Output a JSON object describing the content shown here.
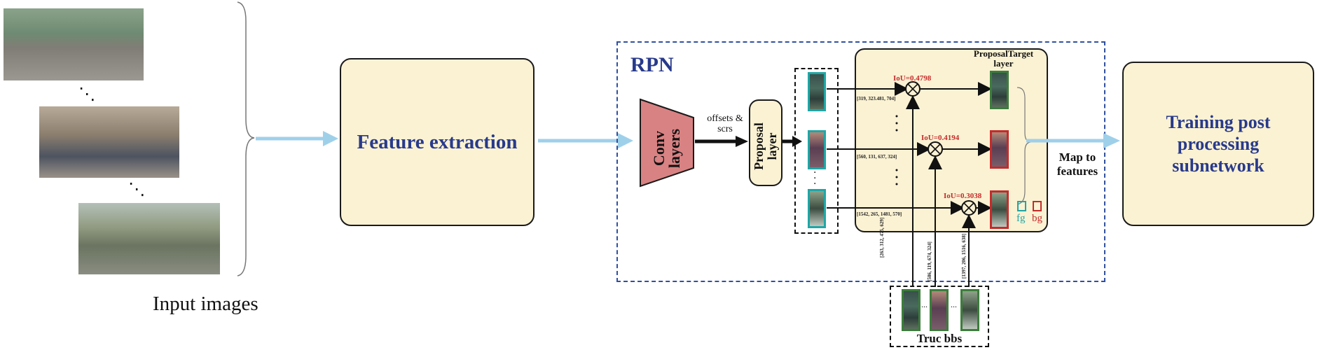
{
  "input": {
    "label": "Input images",
    "dots_top": "⋱",
    "dots_bottom": "⋱"
  },
  "feature_extraction": {
    "label": "Feature extraction"
  },
  "rpn": {
    "label": "RPN",
    "conv_label": "Conv layers",
    "offsets_label": "offsets & scrs",
    "proposal_label": "Proposal layer"
  },
  "proposal_target": {
    "title": "ProposalTarget layer",
    "iou_values": [
      "IoU=0.4798",
      "IoU=0.4194",
      "IoU=0.3038"
    ],
    "proposal_boxes": [
      "[319, 323.481, 704]",
      "[560, 131, 637, 324]",
      "[1542, 265, 1481, 570]"
    ],
    "gt_boxes": [
      "[263, 312, 475, 629]",
      "[586, 119, 674, 324]",
      "[1397, 206, 1516, 638]"
    ],
    "legend": {
      "fg": "fg",
      "bg": "bg"
    },
    "colors": {
      "fg": "#20a6a6",
      "bg": "#c42b2b"
    }
  },
  "map_to_features": {
    "label": "Map to features"
  },
  "truth": {
    "label": "Truc bbs",
    "dots": "..."
  },
  "training": {
    "label": "Training post processing subnetwork"
  },
  "colors": {
    "arrow_light": "#9fd0ea",
    "cream": "#fbf2d3",
    "conv_fill": "#d98283",
    "title_blue": "#283a8c",
    "iou_red": "#c42b2b"
  }
}
